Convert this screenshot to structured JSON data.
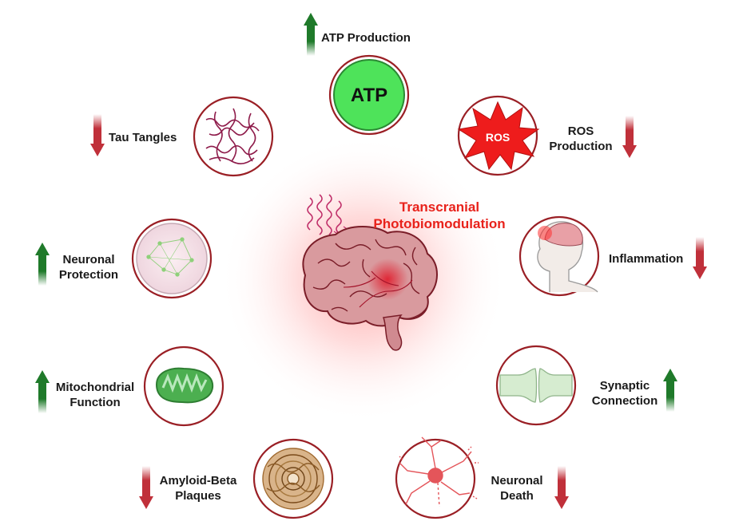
{
  "center": {
    "title_line1": "Transcranial",
    "title_line2": "Photobiomodulation"
  },
  "icons": {
    "atp_text": "ATP",
    "ros_text": "ROS"
  },
  "effects": {
    "atp_production": {
      "label": "ATP Production",
      "direction": "up"
    },
    "ros_production": {
      "line1": "ROS",
      "line2": "Production",
      "direction": "down"
    },
    "inflammation": {
      "label": "Inflammation",
      "direction": "down"
    },
    "synaptic_connection": {
      "line1": "Synaptic",
      "line2": "Connection",
      "direction": "up"
    },
    "neuronal_death": {
      "line1": "Neuronal",
      "line2": "Death",
      "direction": "down"
    },
    "amyloid_beta": {
      "line1": "Amyloid-Beta",
      "line2": "Plaques",
      "direction": "down"
    },
    "mitochondrial_function": {
      "line1": "Mitochondrial",
      "line2": "Function",
      "direction": "up"
    },
    "neuronal_protection": {
      "line1": "Neuronal",
      "line2": "Protection",
      "direction": "up"
    },
    "tau_tangles": {
      "label": "Tau Tangles",
      "direction": "down"
    }
  },
  "colors": {
    "up_arrow": "#1f7a2a",
    "down_arrow": "#c0303a",
    "circle_border": "#9a1f25",
    "title": "#e8221b",
    "atp_fill": "#4ee35a",
    "ros_fill": "#ee1c1c"
  }
}
